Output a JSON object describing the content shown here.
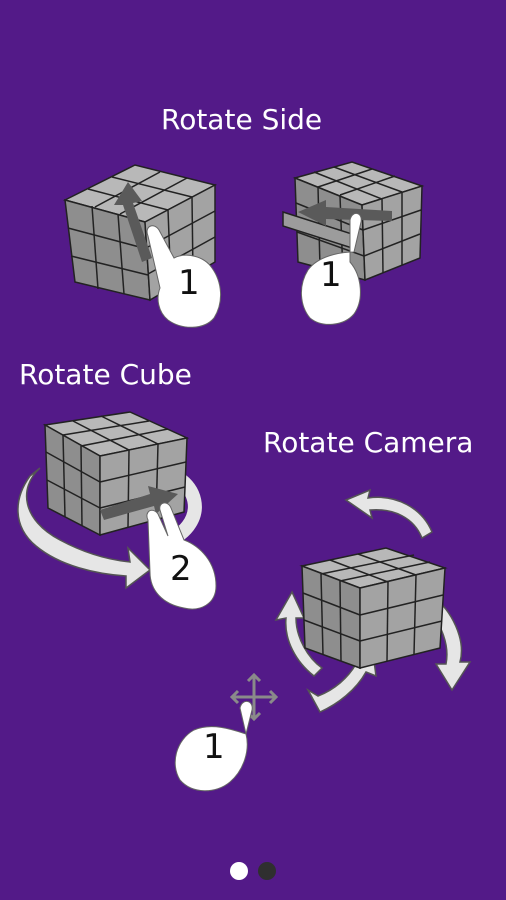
{
  "headings": {
    "rotate_side": "Rotate Side",
    "rotate_cube": "Rotate Cube",
    "rotate_camera": "Rotate Camera"
  },
  "finger_counts": {
    "side_left": "1",
    "side_right": "1",
    "cube": "2",
    "camera": "1"
  },
  "pager": {
    "pages": 2,
    "current": 1
  },
  "colors": {
    "background": "#531a88",
    "cube_face": "#9a9a9a",
    "hand": "#ffffff",
    "arrow": "#5a5a5a"
  }
}
